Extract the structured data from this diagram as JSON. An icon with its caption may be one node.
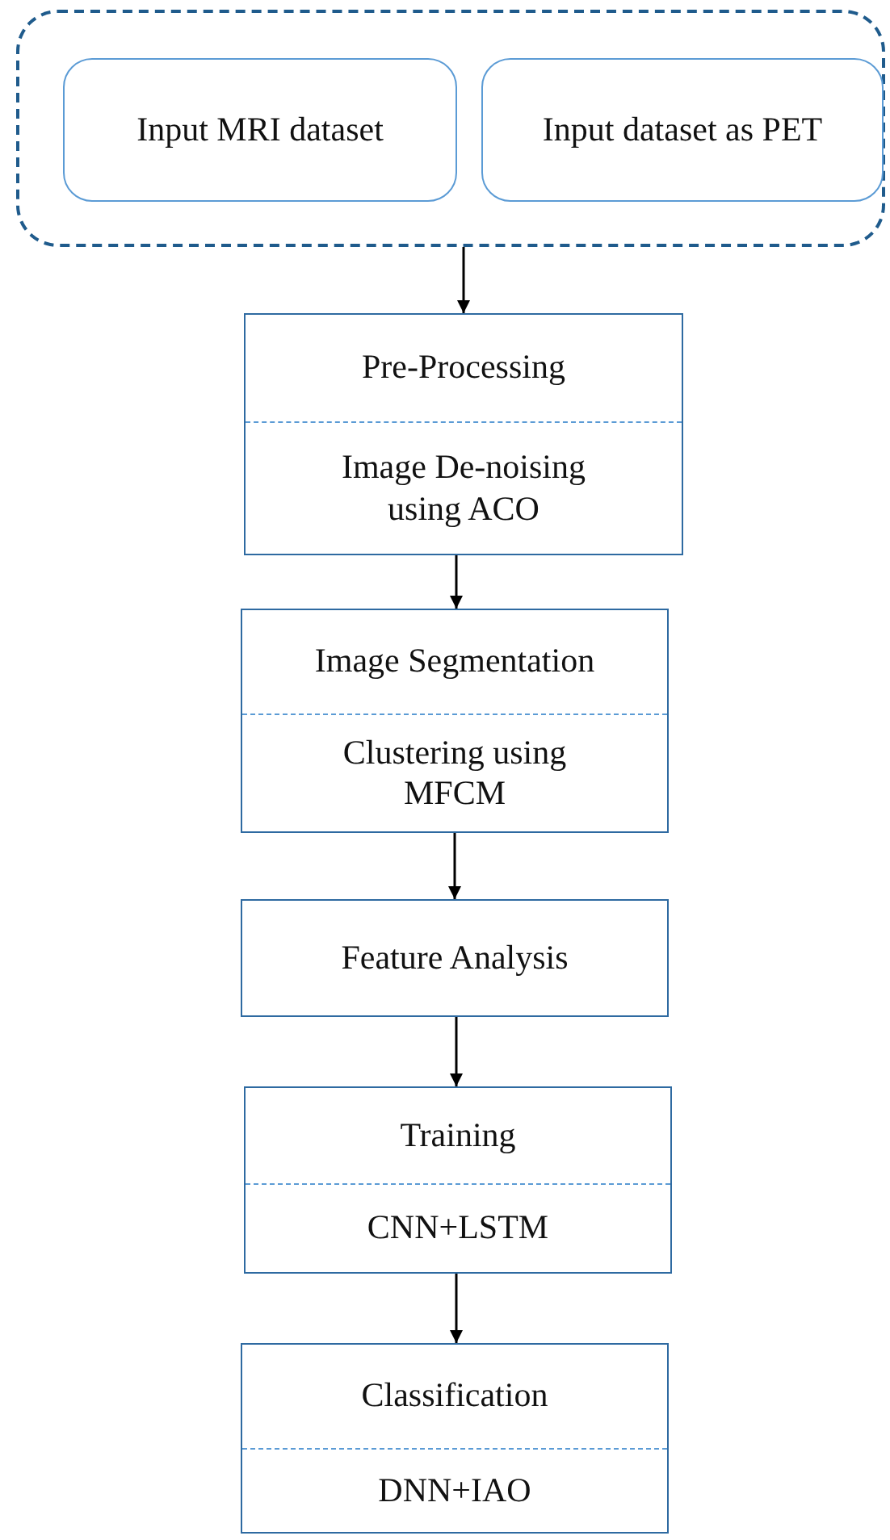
{
  "diagram": {
    "nodes": [
      {
        "text": [],
        "shape": "box"
      },
      {
        "text": [
          "Input MRI dataset"
        ],
        "in": 0
      },
      {
        "text": [
          "Input dataset as PET"
        ],
        "in": 0
      },
      {
        "text": [
          "Pre-Processing",
          "Image De-noising using ACO"
        ]
      },
      {
        "text": [
          "Image Segmentation",
          "Clustering using MFCM"
        ]
      },
      {
        "text": [
          "Feature Analysis"
        ]
      },
      {
        "text": [
          "Training",
          "CNN+LSTM"
        ]
      },
      {
        "text": [
          "Classification",
          "DNN+IAO"
        ]
      }
    ],
    "edges": [
      {
        "from": 0,
        "to": 3,
        "arrow": "to"
      },
      {
        "from": 3,
        "to": 4,
        "arrow": "to"
      },
      {
        "from": 4,
        "to": 5,
        "arrow": "to"
      },
      {
        "from": 5,
        "to": 6,
        "arrow": "to"
      },
      {
        "from": 6,
        "to": 7,
        "arrow": "to"
      }
    ]
  }
}
